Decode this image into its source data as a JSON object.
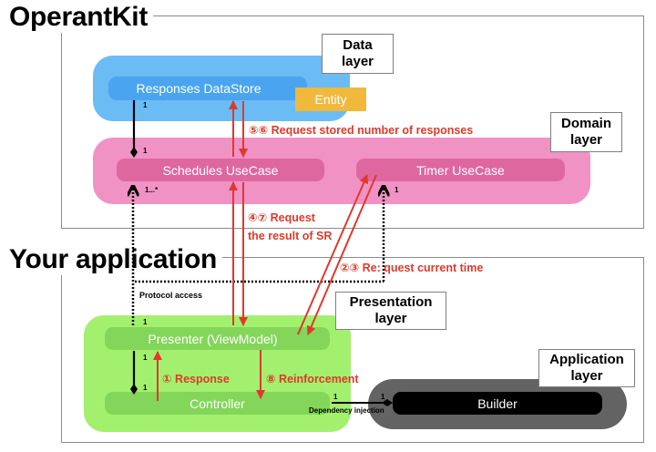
{
  "sections": {
    "operantkit": {
      "title": "OperantKit"
    },
    "your_application": {
      "title": "Your application"
    }
  },
  "layers": {
    "data": {
      "label_line1": "Data",
      "label_line2": "layer",
      "color": "#6bbcf5"
    },
    "domain": {
      "label_line1": "Domain",
      "label_line2": "layer",
      "color": "#f092c4"
    },
    "presentation": {
      "label_line1": "Presentation",
      "label_line2": "layer",
      "color": "#a2f06e"
    },
    "application": {
      "label_line1": "Application",
      "label_line2": "layer",
      "color": "#636363"
    }
  },
  "components": {
    "responses_datastore": {
      "label": "Responses DataStore",
      "color": "#4aa4ef"
    },
    "entity": {
      "label": "Entity",
      "color": "#f0b93c"
    },
    "schedules_usecase": {
      "label": "Schedules UseCase",
      "color": "#df679f"
    },
    "timer_usecase": {
      "label": "Timer UseCase",
      "color": "#df679f"
    },
    "presenter": {
      "label": "Presenter (ViewModel)",
      "color": "#83d659"
    },
    "controller": {
      "label": "Controller",
      "color": "#83d659"
    },
    "builder": {
      "label": "Builder",
      "color": "#000000"
    }
  },
  "messages": {
    "m56": "⑤⑥ Request stored number of responses",
    "m47_line1": "④⑦ Request",
    "m47_line2": "the result of SR",
    "m23": "②③ Re: quest current time",
    "m1": "① Response",
    "m8": "⑧ Reinforcement",
    "color": "#e0392b"
  },
  "annotations": {
    "protocol_access": "Protocol access",
    "dependency_injection": "Dependency injection"
  },
  "multiplicities": {
    "datastore_to_schedules_top": "1",
    "datastore_to_schedules_bottom": "1",
    "schedules_many": "1...*",
    "timer_one": "1",
    "presenter_protocol": "1",
    "presenter_controller_top": "1",
    "presenter_controller_bottom": "1",
    "controller_builder_left": "1",
    "controller_builder_right": "1"
  }
}
